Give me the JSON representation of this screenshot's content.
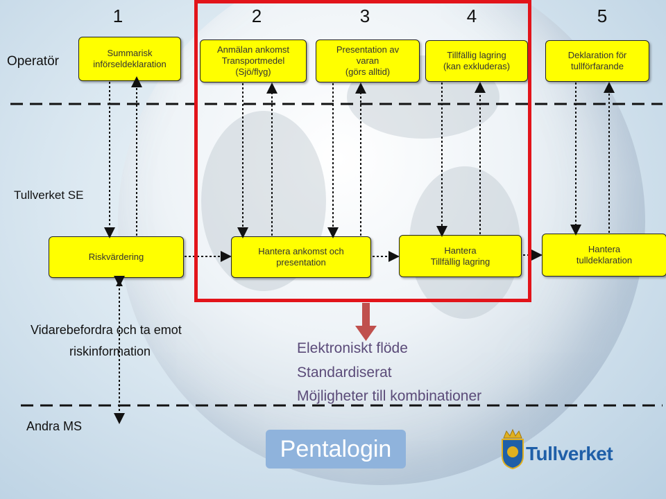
{
  "steps": [
    "1",
    "2",
    "3",
    "4",
    "5"
  ],
  "lanes": {
    "operator": "Operatör",
    "customs": "Tullverket SE",
    "other_ms": "Andra MS"
  },
  "operator_boxes": [
    {
      "id": "summarisk",
      "lines": [
        "Summarisk",
        "införseldeklaration"
      ]
    },
    {
      "id": "anmalan",
      "lines": [
        "Anmälan ankomst",
        "Transportmedel",
        "(Sjö/flyg)"
      ]
    },
    {
      "id": "presentation",
      "lines": [
        "Presentation av",
        "varan",
        "(görs alltid)"
      ]
    },
    {
      "id": "tillfallig",
      "lines": [
        "Tillfällig lagring",
        "(kan exkluderas)"
      ]
    },
    {
      "id": "deklaration",
      "lines": [
        "Deklaration för",
        "tullförfarande"
      ]
    }
  ],
  "customs_boxes": [
    {
      "id": "riskvardering",
      "lines": [
        "Riskvärdering"
      ]
    },
    {
      "id": "hantera-ankomst",
      "lines": [
        "Hantera ankomst och",
        "presentation"
      ]
    },
    {
      "id": "hantera-tillfallig",
      "lines": [
        "Hantera",
        "Tillfällig lagring"
      ]
    },
    {
      "id": "hantera-tull",
      "lines": [
        "Hantera",
        "tulldeklaration"
      ]
    }
  ],
  "forward_text": [
    "Vidarebefordra och ta emot",
    "riskinformation"
  ],
  "benefits": [
    "Elektroniskt flöde",
    "Standardiserat",
    "Möjligheter till kombinationer"
  ],
  "pentalogin": "Pentalogin",
  "logo": "Tullverket",
  "colors": {
    "box_fill": "#ffff00",
    "highlight_frame": "#e2141a",
    "down_arrow": "#c0504d",
    "benefit_text": "#5a4a78",
    "pentalogin_fill": "#8fb3dc",
    "logo_blue": "#1f5fa8"
  }
}
